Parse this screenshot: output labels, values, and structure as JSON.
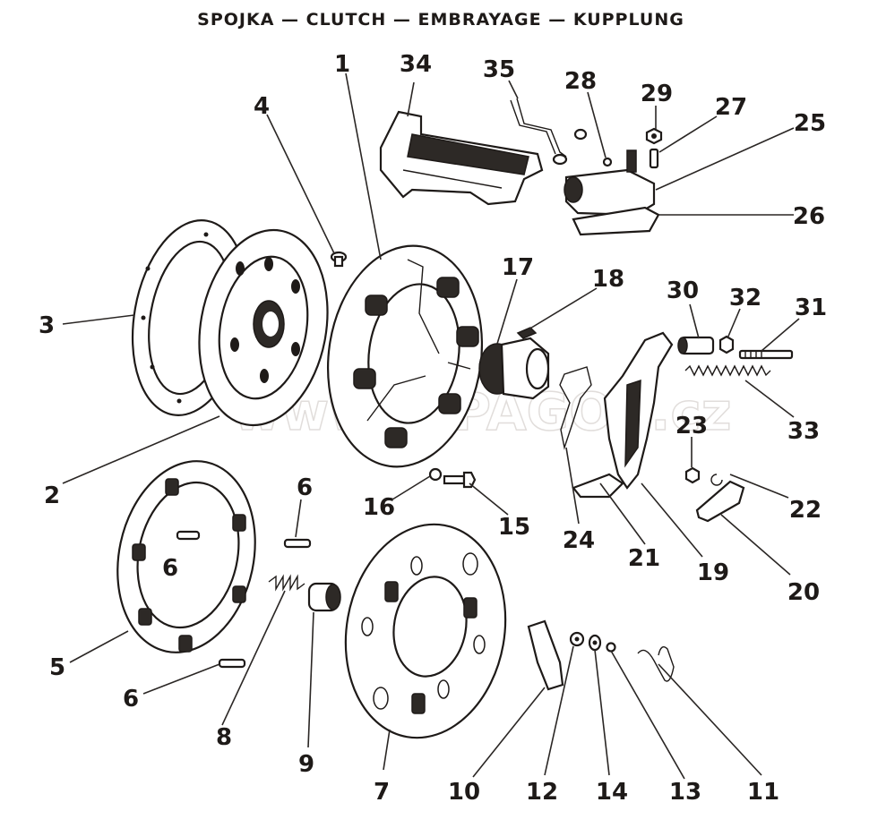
{
  "title": "SPOJKA — CLUTCH — EMBRAYAGE — KUPPLUNG",
  "watermark": "www.JAPAGOS.cz",
  "labels": [
    "1",
    "2",
    "3",
    "4",
    "5",
    "6",
    "6",
    "6",
    "7",
    "8",
    "9",
    "10",
    "11",
    "12",
    "13",
    "14",
    "15",
    "16",
    "17",
    "18",
    "19",
    "20",
    "21",
    "22",
    "23",
    "24",
    "25",
    "26",
    "27",
    "28",
    "29",
    "30",
    "31",
    "32",
    "33",
    "34",
    "35"
  ]
}
